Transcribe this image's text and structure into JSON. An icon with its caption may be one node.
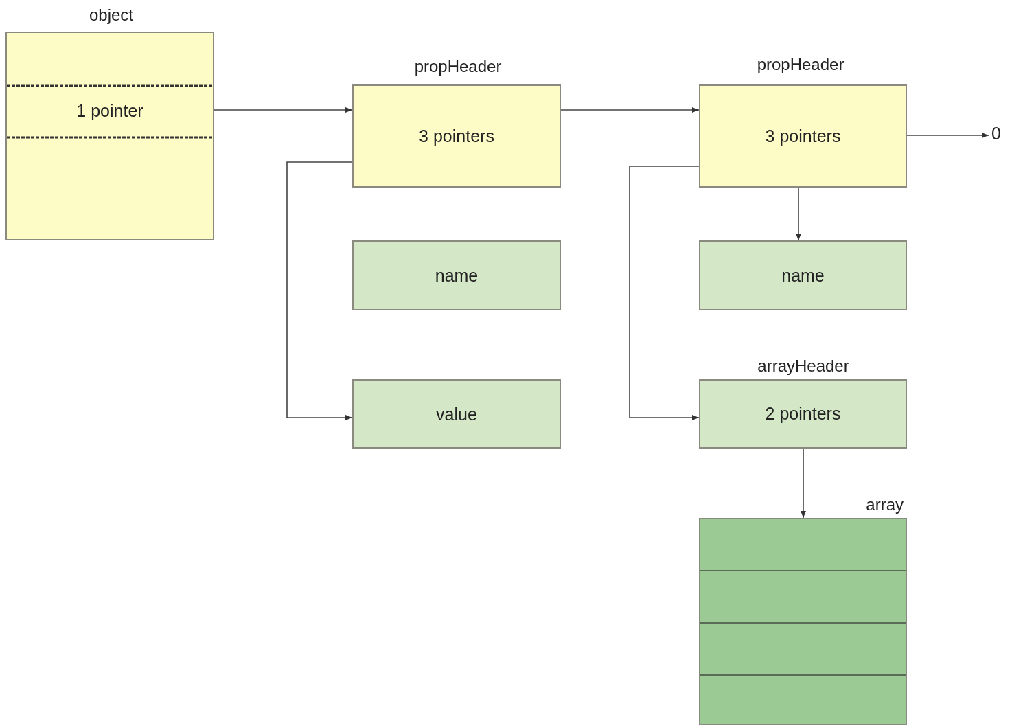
{
  "diagram": {
    "nodes": [
      {
        "text": [
          "object",
          "1 pointer"
        ]
      },
      {
        "text": [
          "propHeader",
          "3 pointers"
        ]
      },
      {
        "text": [
          "name"
        ]
      },
      {
        "text": [
          "value"
        ]
      },
      {
        "text": [
          "propHeader",
          "3 pointers"
        ]
      },
      {
        "text": [
          "name"
        ]
      },
      {
        "text": [
          "arrayHeader",
          "2 pointers"
        ]
      },
      {
        "text": [
          "array"
        ]
      },
      {
        "text": [
          "0"
        ]
      }
    ],
    "edges": [
      {
        "from": 0,
        "to": 1,
        "arrow": "to"
      },
      {
        "from": 1,
        "to": 4,
        "arrow": "to"
      },
      {
        "from": 1,
        "to": 3,
        "arrow": "to"
      },
      {
        "from": 4,
        "to": 8,
        "arrow": "to"
      },
      {
        "from": 4,
        "to": 5,
        "arrow": "to"
      },
      {
        "from": 4,
        "to": 6,
        "arrow": "to"
      },
      {
        "from": 6,
        "to": 7,
        "arrow": "to"
      }
    ]
  }
}
